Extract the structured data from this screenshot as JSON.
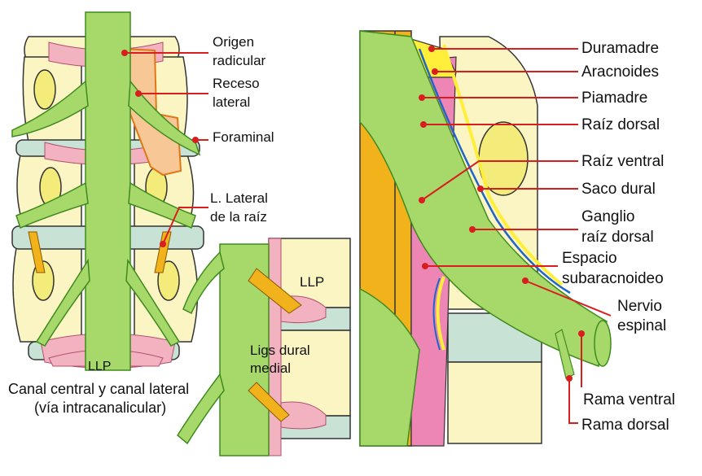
{
  "left_panel": {
    "labels": {
      "origen_line1": "Origen",
      "origen_line2": "radicular",
      "receso_line1": "Receso",
      "receso_line2": "lateral",
      "foraminal": "Foraminal",
      "llateral_line1": "L. Lateral",
      "llateral_line2": "de la raíz",
      "llp": "LLP",
      "caption_line1": "Canal central y canal lateral",
      "caption_line2": "(vía intracanalicular)"
    }
  },
  "middle_panel": {
    "labels": {
      "llp": "LLP",
      "ligs_line1": "Ligs dural",
      "ligs_line2": "medial"
    }
  },
  "right_panel": {
    "labels": {
      "duramadre": "Duramadre",
      "aracnoides": "Aracnoides",
      "piamadre": "Piamadre",
      "raiz_dorsal": "Raíz dorsal",
      "raiz_ventral": "Raíz ventral",
      "saco_dural": "Saco dural",
      "ganglio_line1": "Ganglio",
      "ganglio_line2": "raíz dorsal",
      "espacio_line1": "Espacio",
      "espacio_line2": "subaracnoideo",
      "nervio_line1": "Nervio",
      "nervio_line2": "espinal",
      "rama_ventral": "Rama ventral",
      "rama_dorsal": "Rama dorsal"
    }
  },
  "colors": {
    "nerve": "#a6d96a",
    "nerve_stroke": "#3f8a1f",
    "vertebra": "#fbf5c4",
    "disc": "#c8e2d6",
    "ligament": "#f3b2c0",
    "dura_pink": "#ee86b5",
    "orange": "#f7c796",
    "orange_stroke": "#e07818",
    "bone_orange": "#f2b21c",
    "yellow": "#ffef3a",
    "blue": "#1e66c8",
    "leader": "#d81e1e"
  }
}
